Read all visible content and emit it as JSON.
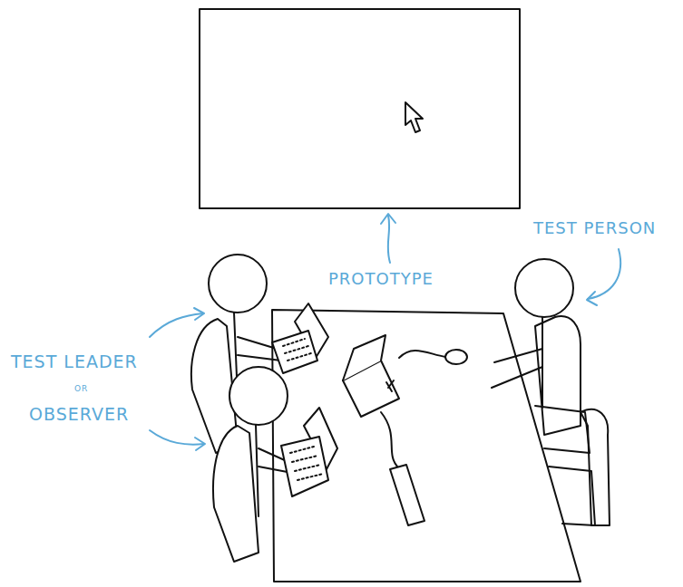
{
  "diagram": {
    "labels": [
      "TEST PERSON",
      "PROTOTYPE",
      "TEST LEADER",
      "OR",
      "OBSERVER"
    ]
  }
}
